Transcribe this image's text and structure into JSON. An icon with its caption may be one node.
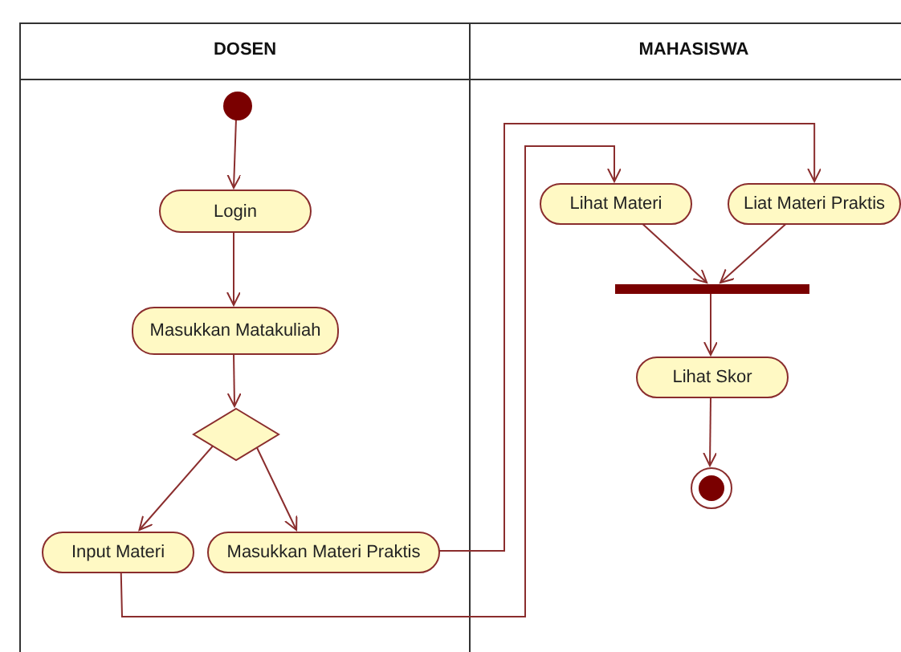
{
  "diagram": {
    "nodes": [
      {
        "text": [
          "DOSEN"
        ]
      },
      {
        "text": [
          "MAHASISWA"
        ]
      },
      {
        "text": [],
        "shape": "circle",
        "in": 0
      },
      {
        "text": [
          "Login"
        ],
        "in": 0
      },
      {
        "text": [
          "Masukkan Matakuliah"
        ],
        "in": 0
      },
      {
        "text": [],
        "shape": "diamond",
        "in": 0
      },
      {
        "text": [
          "Input Materi"
        ],
        "in": 0
      },
      {
        "text": [
          "Masukkan Materi Praktis"
        ],
        "in": 0
      },
      {
        "text": [
          "Lihat Materi"
        ],
        "in": 1
      },
      {
        "text": [
          "Liat Materi Praktis"
        ],
        "in": 1
      },
      {
        "text": [],
        "shape": "bar",
        "in": 1
      },
      {
        "text": [
          "Lihat Skor"
        ],
        "in": 1
      },
      {
        "text": [],
        "shape": "circle",
        "in": 1
      }
    ],
    "edges": [
      {
        "from": 2,
        "to": 3,
        "arrow": "to"
      },
      {
        "from": 3,
        "to": 4,
        "arrow": "to"
      },
      {
        "from": 4,
        "to": 5,
        "arrow": "to"
      },
      {
        "from": 5,
        "to": 6,
        "arrow": "to"
      },
      {
        "from": 5,
        "to": 7,
        "arrow": "to"
      },
      {
        "from": 7,
        "to": 9,
        "arrow": "to"
      },
      {
        "from": 6,
        "to": 8,
        "arrow": "to"
      },
      {
        "from": 8,
        "to": 10,
        "arrow": "to"
      },
      {
        "from": 9,
        "to": 10,
        "arrow": "to"
      },
      {
        "from": 10,
        "to": 11,
        "arrow": "to"
      },
      {
        "from": 11,
        "to": 12,
        "arrow": "to"
      }
    ]
  }
}
